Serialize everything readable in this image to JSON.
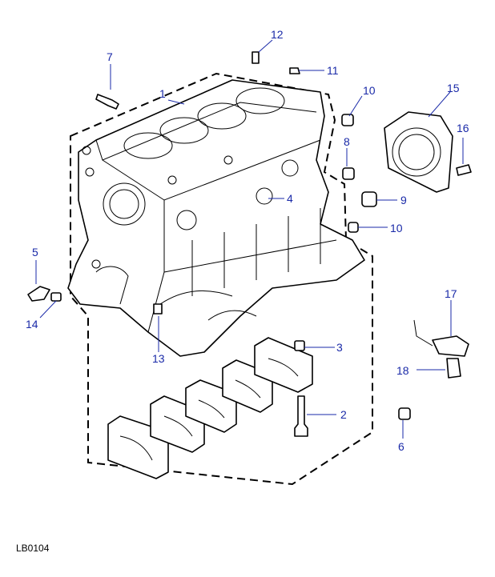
{
  "diagram": {
    "reference_code": "LB0104",
    "callouts": [
      {
        "id": "1",
        "label": "1"
      },
      {
        "id": "2",
        "label": "2"
      },
      {
        "id": "3",
        "label": "3"
      },
      {
        "id": "4",
        "label": "4"
      },
      {
        "id": "5",
        "label": "5"
      },
      {
        "id": "6",
        "label": "6"
      },
      {
        "id": "7",
        "label": "7"
      },
      {
        "id": "8",
        "label": "8"
      },
      {
        "id": "9",
        "label": "9"
      },
      {
        "id": "10a",
        "label": "10"
      },
      {
        "id": "10b",
        "label": "10"
      },
      {
        "id": "11",
        "label": "11"
      },
      {
        "id": "12",
        "label": "12"
      },
      {
        "id": "13",
        "label": "13"
      },
      {
        "id": "14",
        "label": "14"
      },
      {
        "id": "15",
        "label": "15"
      },
      {
        "id": "16",
        "label": "16"
      },
      {
        "id": "17",
        "label": "17"
      },
      {
        "id": "18",
        "label": "18"
      }
    ],
    "callout_color": "#1a2aa8"
  }
}
